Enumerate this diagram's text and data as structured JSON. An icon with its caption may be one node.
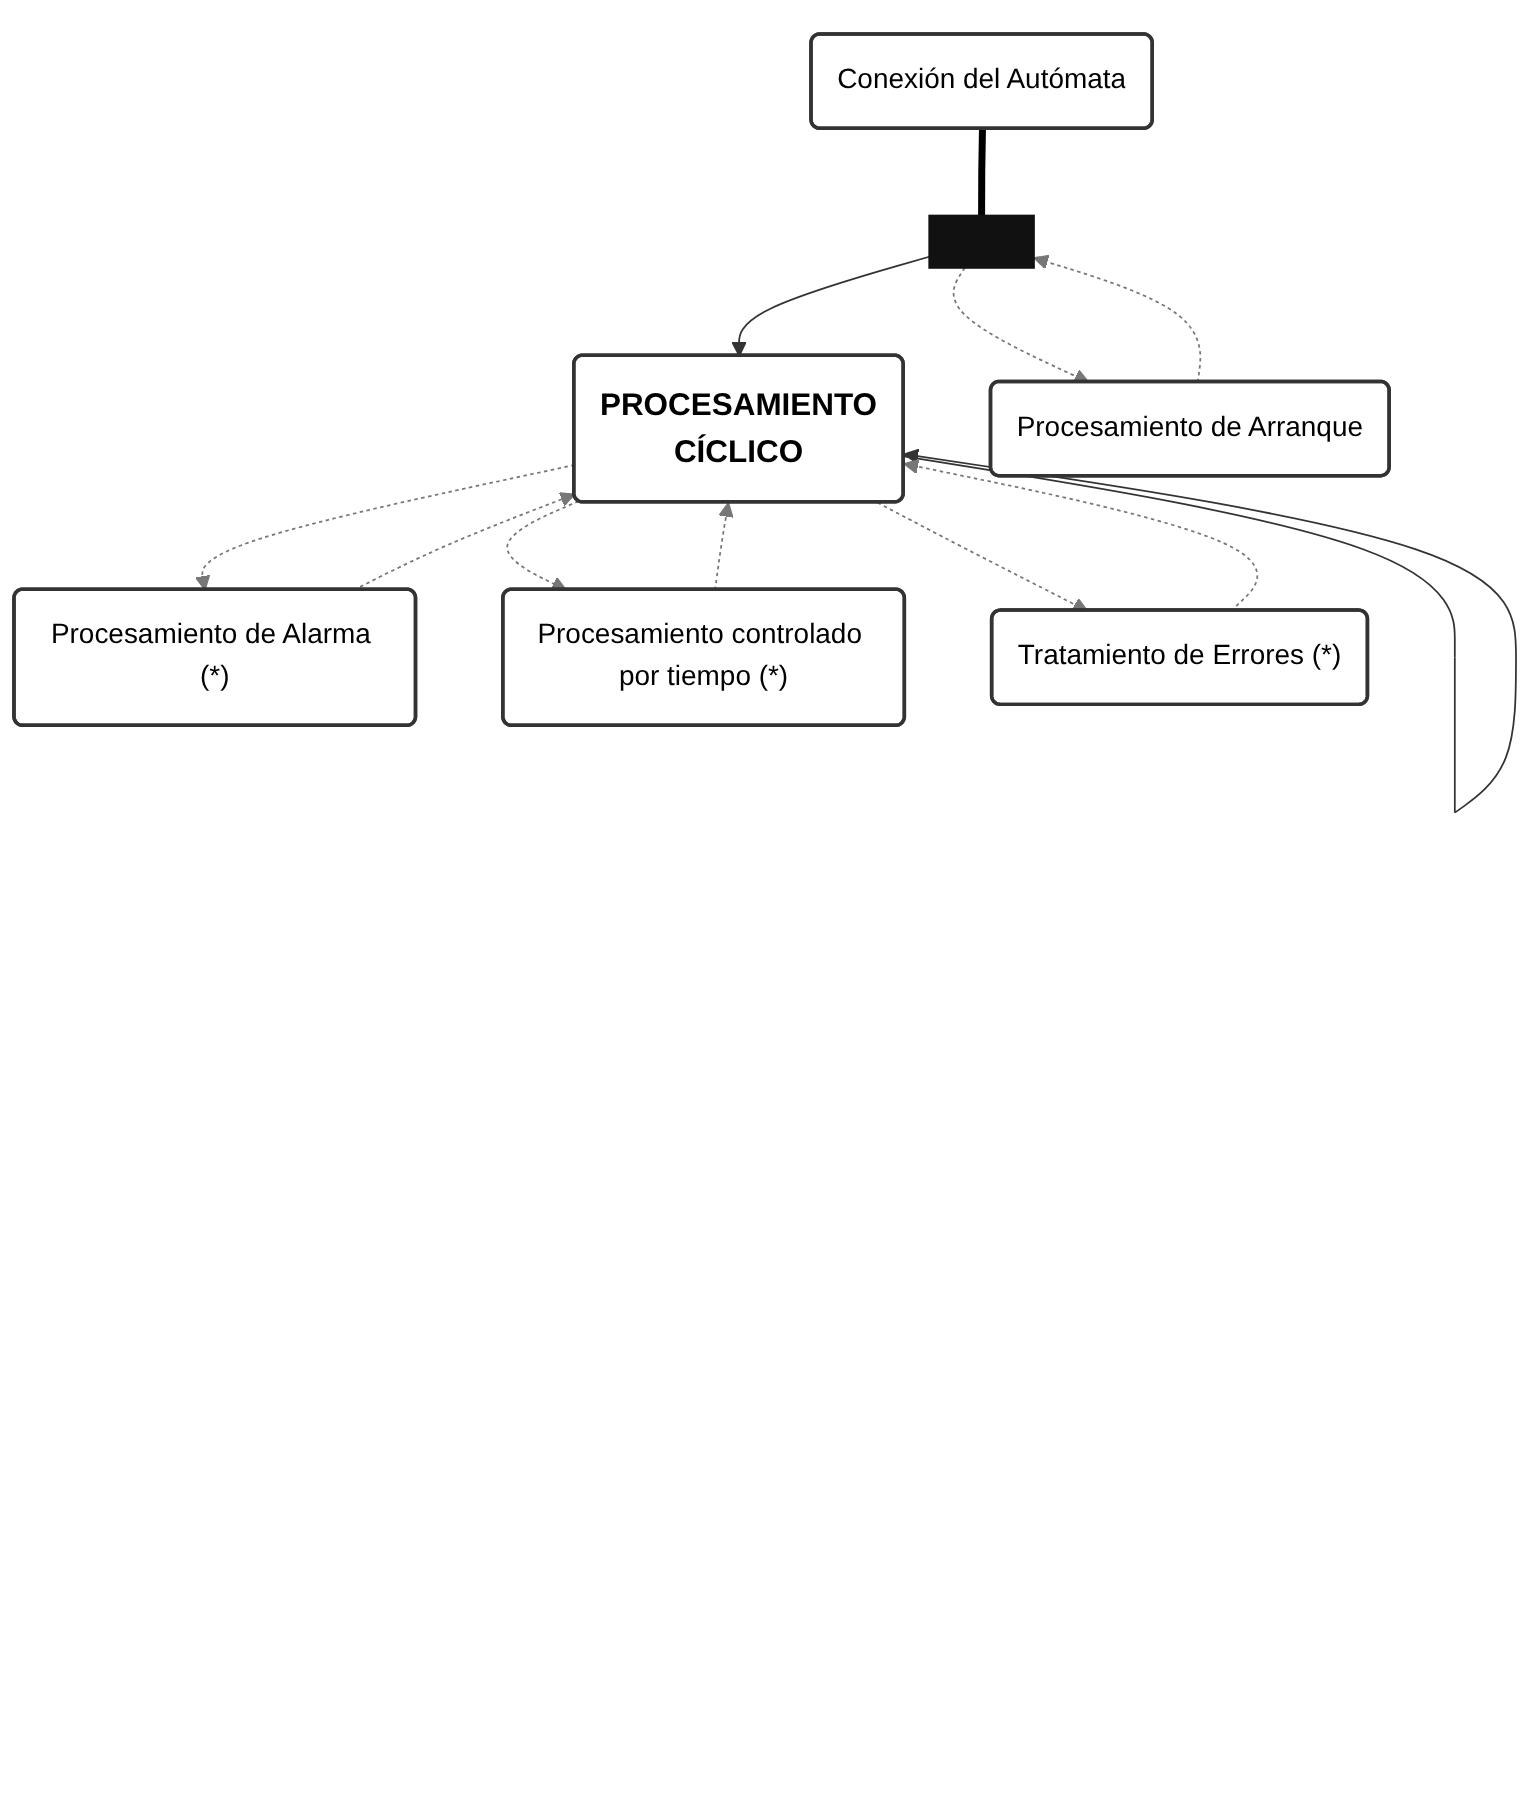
{
  "diagram": {
    "nodes": [
      {
        "text": [
          "Conexión del Autómata"
        ]
      },
      {
        "text": [],
        "shape": "bar"
      },
      {
        "text": [
          "PROCESAMIENTO",
          "CÍCLICO"
        ]
      },
      {
        "text": [
          "Procesamiento de Arranque"
        ]
      },
      {
        "text": [
          "Procesamiento de Alarma (*)"
        ]
      },
      {
        "text": [
          "Procesamiento controlado por tiempo (*)"
        ]
      },
      {
        "text": [
          "Tratamiento de Errores (*)"
        ]
      }
    ],
    "edges": [
      {
        "from": 0,
        "to": 1,
        "arrow": "none",
        "style": "thick",
        "color": "#000000"
      },
      {
        "from": 1,
        "to": 2,
        "arrow": "to"
      },
      {
        "from": 2,
        "to": 2,
        "arrow": "to"
      },
      {
        "from": 1,
        "to": 3,
        "arrow": "to",
        "style": "dashed"
      },
      {
        "from": 3,
        "to": 1,
        "arrow": "to",
        "style": "dashed"
      },
      {
        "from": 2,
        "to": 4,
        "arrow": "to",
        "style": "dashed"
      },
      {
        "from": 4,
        "to": 2,
        "arrow": "to",
        "style": "dashed"
      },
      {
        "from": 2,
        "to": 5,
        "arrow": "to",
        "style": "dashed"
      },
      {
        "from": 5,
        "to": 2,
        "arrow": "to",
        "style": "dashed"
      },
      {
        "from": 2,
        "to": 6,
        "arrow": "to",
        "style": "dashed"
      },
      {
        "from": 6,
        "to": 2,
        "arrow": "to",
        "style": "dashed"
      }
    ]
  }
}
